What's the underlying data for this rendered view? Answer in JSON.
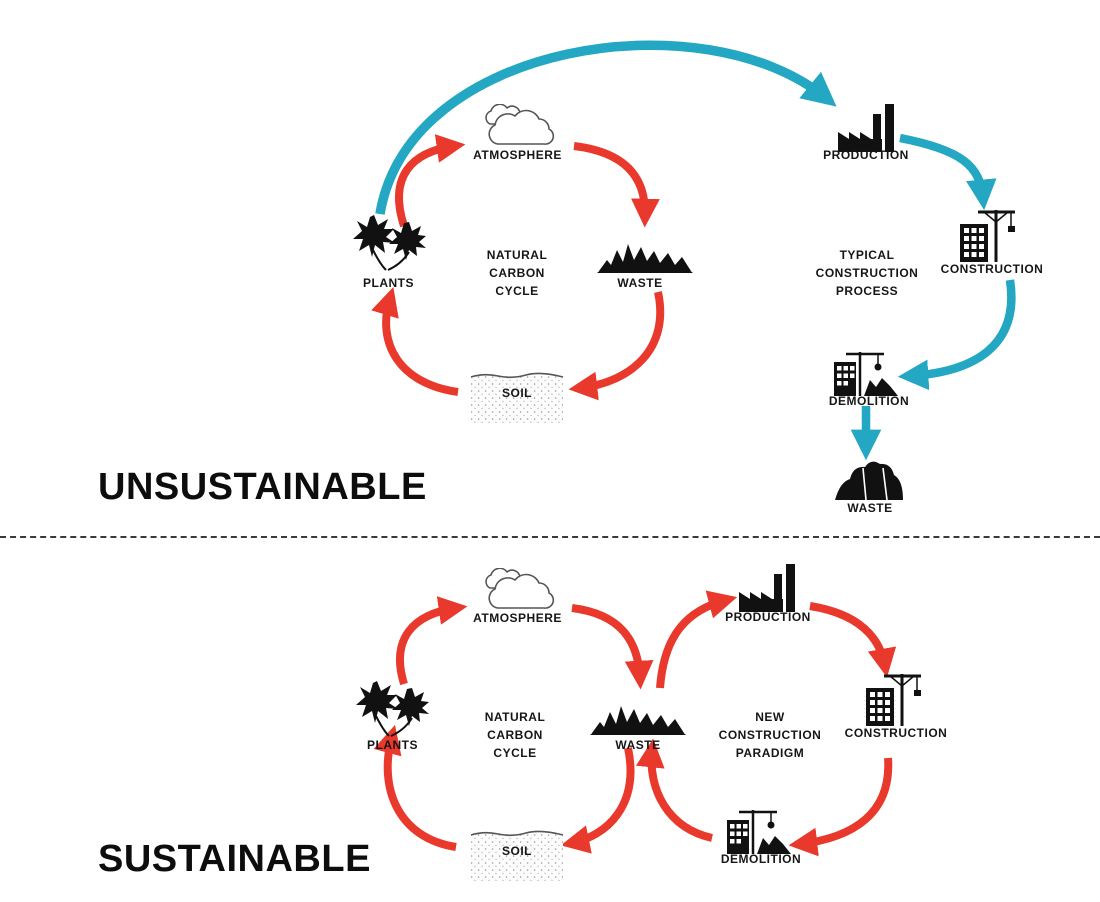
{
  "colors": {
    "arrow-red": "#e8392c",
    "arrow-teal": "#23a7c2",
    "ink": "#161616"
  },
  "top_section": {
    "title": "UNSUSTAINABLE",
    "natural_cycle": {
      "label": "NATURAL\nCARBON\nCYCLE",
      "atmosphere": "ATMOSPHERE",
      "plants": "PLANTS",
      "waste": "WASTE",
      "soil": "SOIL"
    },
    "construction_process": {
      "label": "TYPICAL\nCONSTRUCTION\nPROCESS",
      "production": "PRODUCTION",
      "construction": "CONSTRUCTION",
      "demolition": "DEMOLITION",
      "waste": "WASTE"
    }
  },
  "bottom_section": {
    "title": "SUSTAINABLE",
    "natural_cycle": {
      "label": "NATURAL\nCARBON\nCYCLE",
      "atmosphere": "ATMOSPHERE",
      "plants": "PLANTS",
      "waste": "WASTE",
      "soil": "SOIL"
    },
    "construction_paradigm": {
      "label": "NEW\nCONSTRUCTION\nPARADIGM",
      "production": "PRODUCTION",
      "construction": "CONSTRUCTION",
      "demolition": "DEMOLITION"
    }
  }
}
